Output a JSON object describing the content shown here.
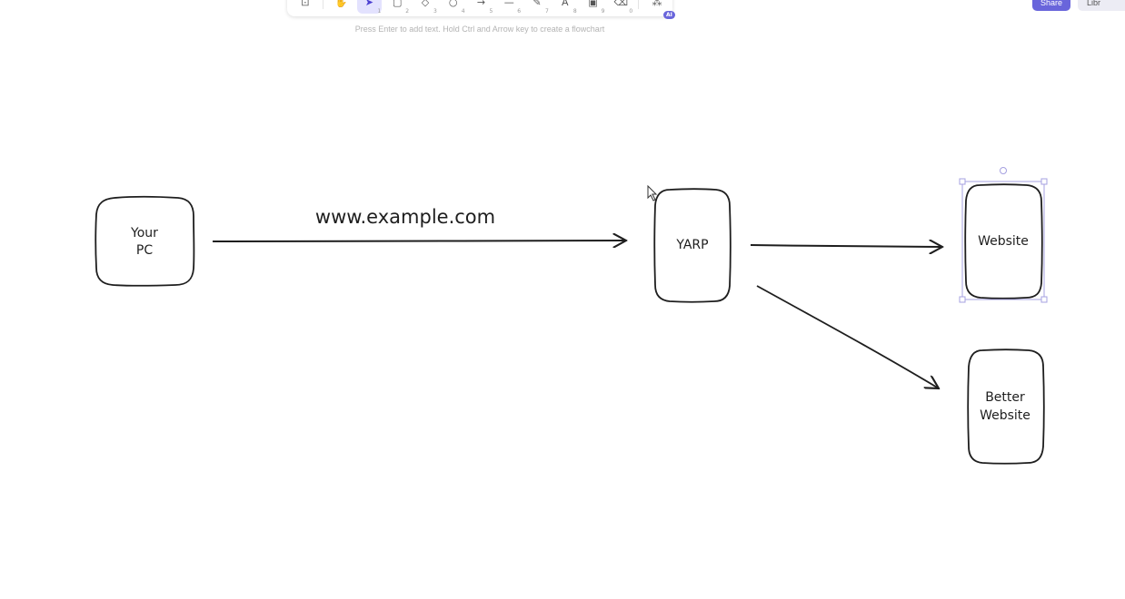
{
  "toolbar": {
    "tools": [
      {
        "icon": "lock-icon",
        "glyph": "⊡",
        "key": ""
      },
      {
        "icon": "hand-icon",
        "glyph": "✋",
        "key": ""
      },
      {
        "icon": "selection-icon",
        "glyph": "➤",
        "key": "1",
        "active": true
      },
      {
        "icon": "rectangle-icon",
        "glyph": "▢",
        "key": "2"
      },
      {
        "icon": "diamond-icon",
        "glyph": "◇",
        "key": "3"
      },
      {
        "icon": "ellipse-icon",
        "glyph": "○",
        "key": "4"
      },
      {
        "icon": "arrow-icon",
        "glyph": "→",
        "key": "5"
      },
      {
        "icon": "line-icon",
        "glyph": "—",
        "key": "6"
      },
      {
        "icon": "pencil-icon",
        "glyph": "✎",
        "key": "7"
      },
      {
        "icon": "text-icon",
        "glyph": "A",
        "key": "8"
      },
      {
        "icon": "image-icon",
        "glyph": "▣",
        "key": "9"
      },
      {
        "icon": "eraser-icon",
        "glyph": "⌫",
        "key": "0"
      },
      {
        "icon": "more-tools-icon",
        "glyph": "⁂",
        "key": "",
        "badge": "AI"
      }
    ],
    "accent": "#6965db"
  },
  "hint": "Press Enter to add text. Hold Ctrl and Arrow key to create a flowchart",
  "header": {
    "share_label": "Share",
    "library_label": "Libr"
  },
  "diagram": {
    "nodes": {
      "your_pc": [
        "Your",
        "PC"
      ],
      "yarp": "YARP",
      "website": "Website",
      "better_website": [
        "Better",
        "Website"
      ]
    },
    "arrow_label": "www.example.com",
    "selected": "website",
    "selection_color": "#a5a0e0",
    "stroke_color": "#1e1e1e"
  }
}
